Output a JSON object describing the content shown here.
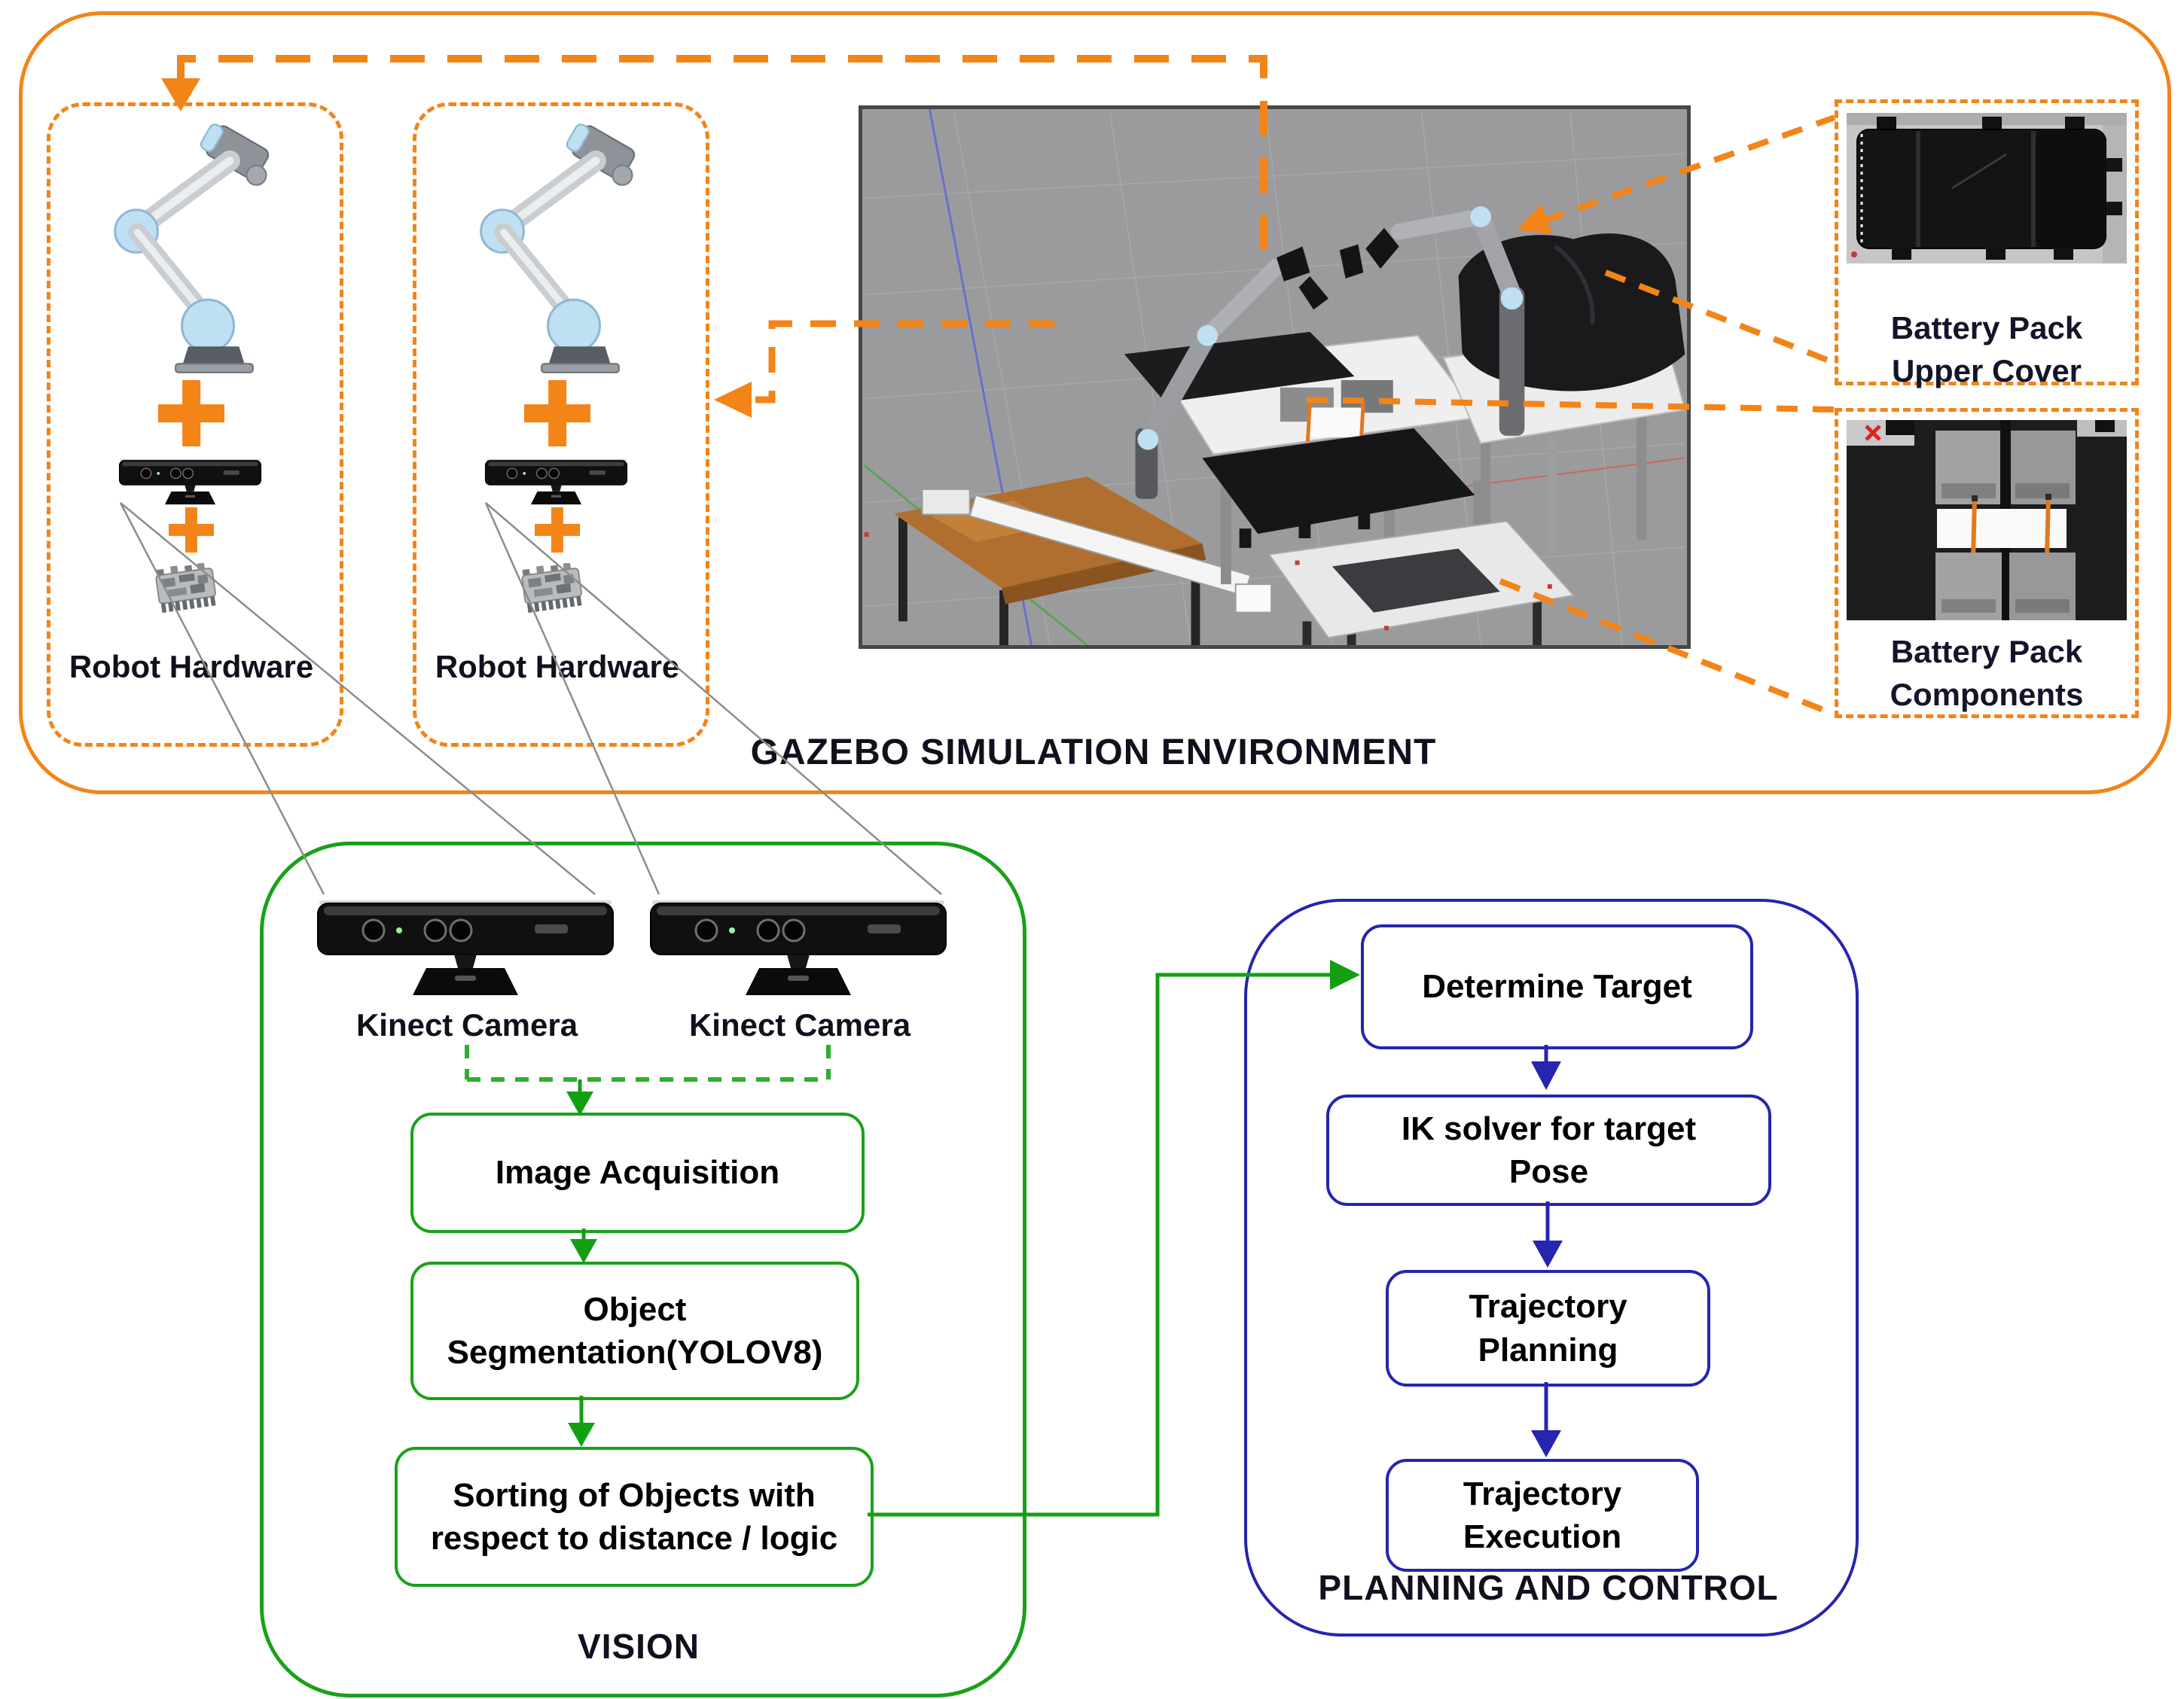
{
  "gazebo": {
    "title": "GAZEBO SIMULATION ENVIRONMENT",
    "units": [
      {
        "label": "Robot Hardware"
      },
      {
        "label": "Robot Hardware"
      }
    ],
    "battery_callouts": [
      {
        "lines": [
          "Battery Pack",
          "Upper Cover"
        ]
      },
      {
        "lines": [
          "Battery Pack",
          "Components"
        ]
      }
    ]
  },
  "vision": {
    "title": "VISION",
    "cameras": [
      {
        "label": "Kinect Camera"
      },
      {
        "label": "Kinect Camera"
      }
    ],
    "steps": [
      {
        "lines": [
          "Image Acquisition"
        ]
      },
      {
        "lines": [
          "Object",
          "Segmentation(YOLOV8)"
        ]
      },
      {
        "lines": [
          "Sorting of Objects with",
          "respect to distance / logic"
        ]
      }
    ]
  },
  "planning": {
    "title": "PLANNING AND CONTROL",
    "steps": [
      {
        "lines": [
          "Determine Target"
        ]
      },
      {
        "lines": [
          "IK solver for target",
          "Pose"
        ]
      },
      {
        "lines": [
          "Trajectory",
          "Planning"
        ]
      },
      {
        "lines": [
          "Trajectory",
          "Execution"
        ]
      }
    ]
  },
  "colors": {
    "orange": "#f28418",
    "green": "#19a119",
    "arrow_green": "#12a012",
    "blue": "#2525af",
    "connector_gray": "#8c8c8c"
  },
  "icons": {
    "robot_arm": "robot-arm-icon",
    "kinect": "kinect-camera-icon",
    "chip": "controller-chip-icon",
    "plus": "plus-icon",
    "sim": "gazebo-simulation-screenshot",
    "battery_cover": "battery-pack-upper-cover-image",
    "battery_components": "battery-pack-components-image"
  }
}
